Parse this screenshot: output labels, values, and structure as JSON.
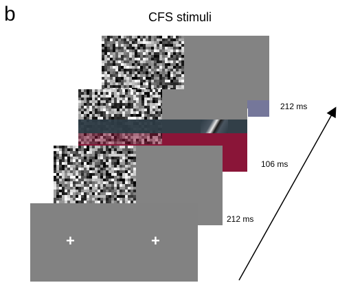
{
  "panel_label": "b",
  "title": "CFS stimuli",
  "durations": [
    "212 ms",
    "106 ms",
    "212 ms"
  ],
  "fixation_symbol": "+",
  "colors": {
    "background_gray": "#808080",
    "stripe_dark": "#2d3b45",
    "stripe_red": "#8a1538",
    "stripe_purple": "#75779a"
  }
}
